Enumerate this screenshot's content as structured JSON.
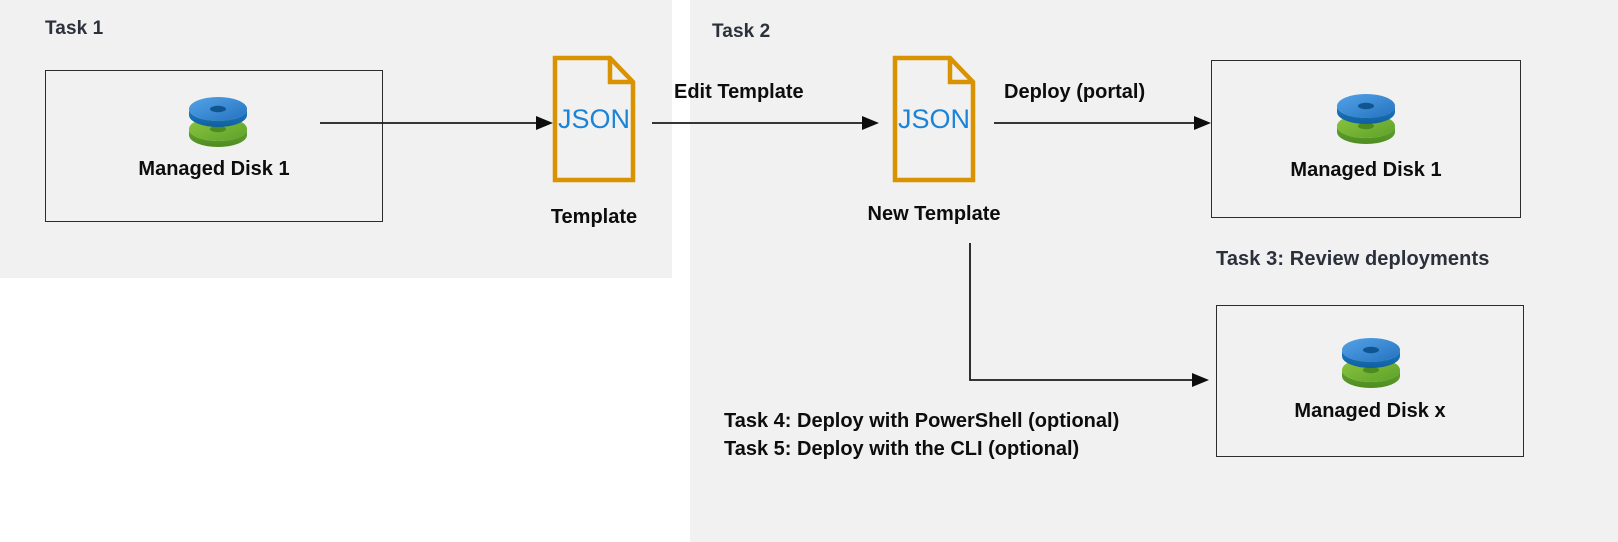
{
  "colors": {
    "panel_background": "#f1f1f1",
    "page_background": "#ffffff",
    "task_label": "#2b303b",
    "body_text": "#0d0d0d",
    "box_border": "#2c2c2c",
    "json_border": "#d99200",
    "json_text": "#1b84d8",
    "disk_top": "#3c8fd8",
    "disk_bottom": "#6cb033",
    "connector": "#1a1a1a"
  },
  "labels": {
    "task1": "Task 1",
    "task2": "Task 2",
    "task3": "Task 3: Review deployments",
    "task4": "Task 4: Deploy with PowerShell (optional)",
    "task5": "Task 5: Deploy with the CLI (optional)"
  },
  "arrows": {
    "edit_template": "Edit Template",
    "deploy_portal": "Deploy (portal)"
  },
  "nodes": {
    "managed_disk_1_left": {
      "caption": "Managed Disk 1",
      "icon": "managed-disk-icon"
    },
    "template": {
      "doc_text": "JSON",
      "caption": "Template",
      "icon": "json-document-icon"
    },
    "new_template": {
      "doc_text": "JSON",
      "caption": "New Template",
      "icon": "json-document-icon"
    },
    "managed_disk_1_right": {
      "caption": "Managed Disk 1",
      "icon": "managed-disk-icon"
    },
    "managed_disk_x": {
      "caption": "Managed Disk x",
      "icon": "managed-disk-icon"
    }
  }
}
